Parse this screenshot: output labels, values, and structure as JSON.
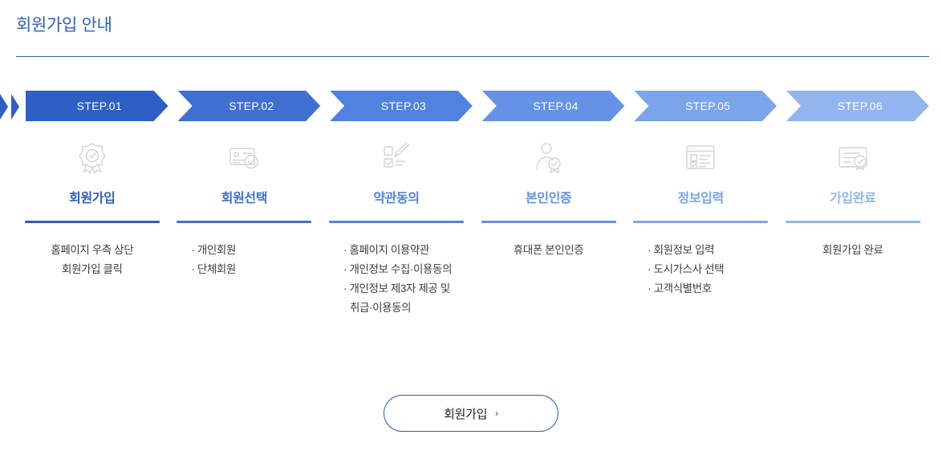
{
  "page": {
    "title": "회원가입 안내",
    "title_color": "#2d5fc4",
    "rule_color": "#3a63b8"
  },
  "steps": [
    {
      "badge": "STEP.01",
      "color": "#2d5fc4",
      "name": "회원가입",
      "name_color": "#2d5fc4",
      "icon": "ribbon-check-icon",
      "desc_style": "centered",
      "desc_lines": [
        {
          "text": "홈페이지 우측 상단",
          "bullet": false,
          "cont": false
        },
        {
          "text": "회원가입 클릭",
          "bullet": false,
          "cont": false
        }
      ]
    },
    {
      "badge": "STEP.02",
      "color": "#3f6fd0",
      "name": "회원선택",
      "name_color": "#3f6fd0",
      "icon": "id-card-check-icon",
      "desc_style": "bulleted",
      "desc_lines": [
        {
          "text": "개인회원",
          "bullet": true,
          "cont": false
        },
        {
          "text": "단체회원",
          "bullet": true,
          "cont": false
        }
      ]
    },
    {
      "badge": "STEP.03",
      "color": "#5182e0",
      "name": "약관동의",
      "name_color": "#5182e0",
      "icon": "checklist-pen-icon",
      "desc_style": "bulleted",
      "desc_lines": [
        {
          "text": "홈페이지 이용약관",
          "bullet": true,
          "cont": false
        },
        {
          "text": "개인정보 수집·이용동의",
          "bullet": true,
          "cont": false
        },
        {
          "text": "개인정보 제3자 제공 및",
          "bullet": true,
          "cont": false
        },
        {
          "text": "취급·이용동의",
          "bullet": false,
          "cont": true
        }
      ]
    },
    {
      "badge": "STEP.04",
      "color": "#6592e6",
      "name": "본인인증",
      "name_color": "#6592e6",
      "icon": "person-verify-icon",
      "desc_style": "centered",
      "desc_lines": [
        {
          "text": "휴대폰 본인인증",
          "bullet": false,
          "cont": false
        }
      ]
    },
    {
      "badge": "STEP.05",
      "color": "#7ba5ea",
      "name": "정보입력",
      "name_color": "#7ba5ea",
      "icon": "form-window-icon",
      "desc_style": "bulleted",
      "desc_lines": [
        {
          "text": "회원정보 입력",
          "bullet": true,
          "cont": false
        },
        {
          "text": "도시가스사 선택",
          "bullet": true,
          "cont": false
        },
        {
          "text": "고객식별번호",
          "bullet": true,
          "cont": false
        }
      ]
    },
    {
      "badge": "STEP.06",
      "color": "#92b5ef",
      "name": "가입완료",
      "name_color": "#92b5ef",
      "icon": "certificate-seal-icon",
      "desc_style": "centered",
      "desc_lines": [
        {
          "text": "회원가입 완료",
          "bullet": false,
          "cont": false
        }
      ]
    }
  ],
  "cta": {
    "label": "회원가입",
    "chevron": "›",
    "border_color": "#2d5fc4"
  },
  "icon_color": "#d2d4d8"
}
